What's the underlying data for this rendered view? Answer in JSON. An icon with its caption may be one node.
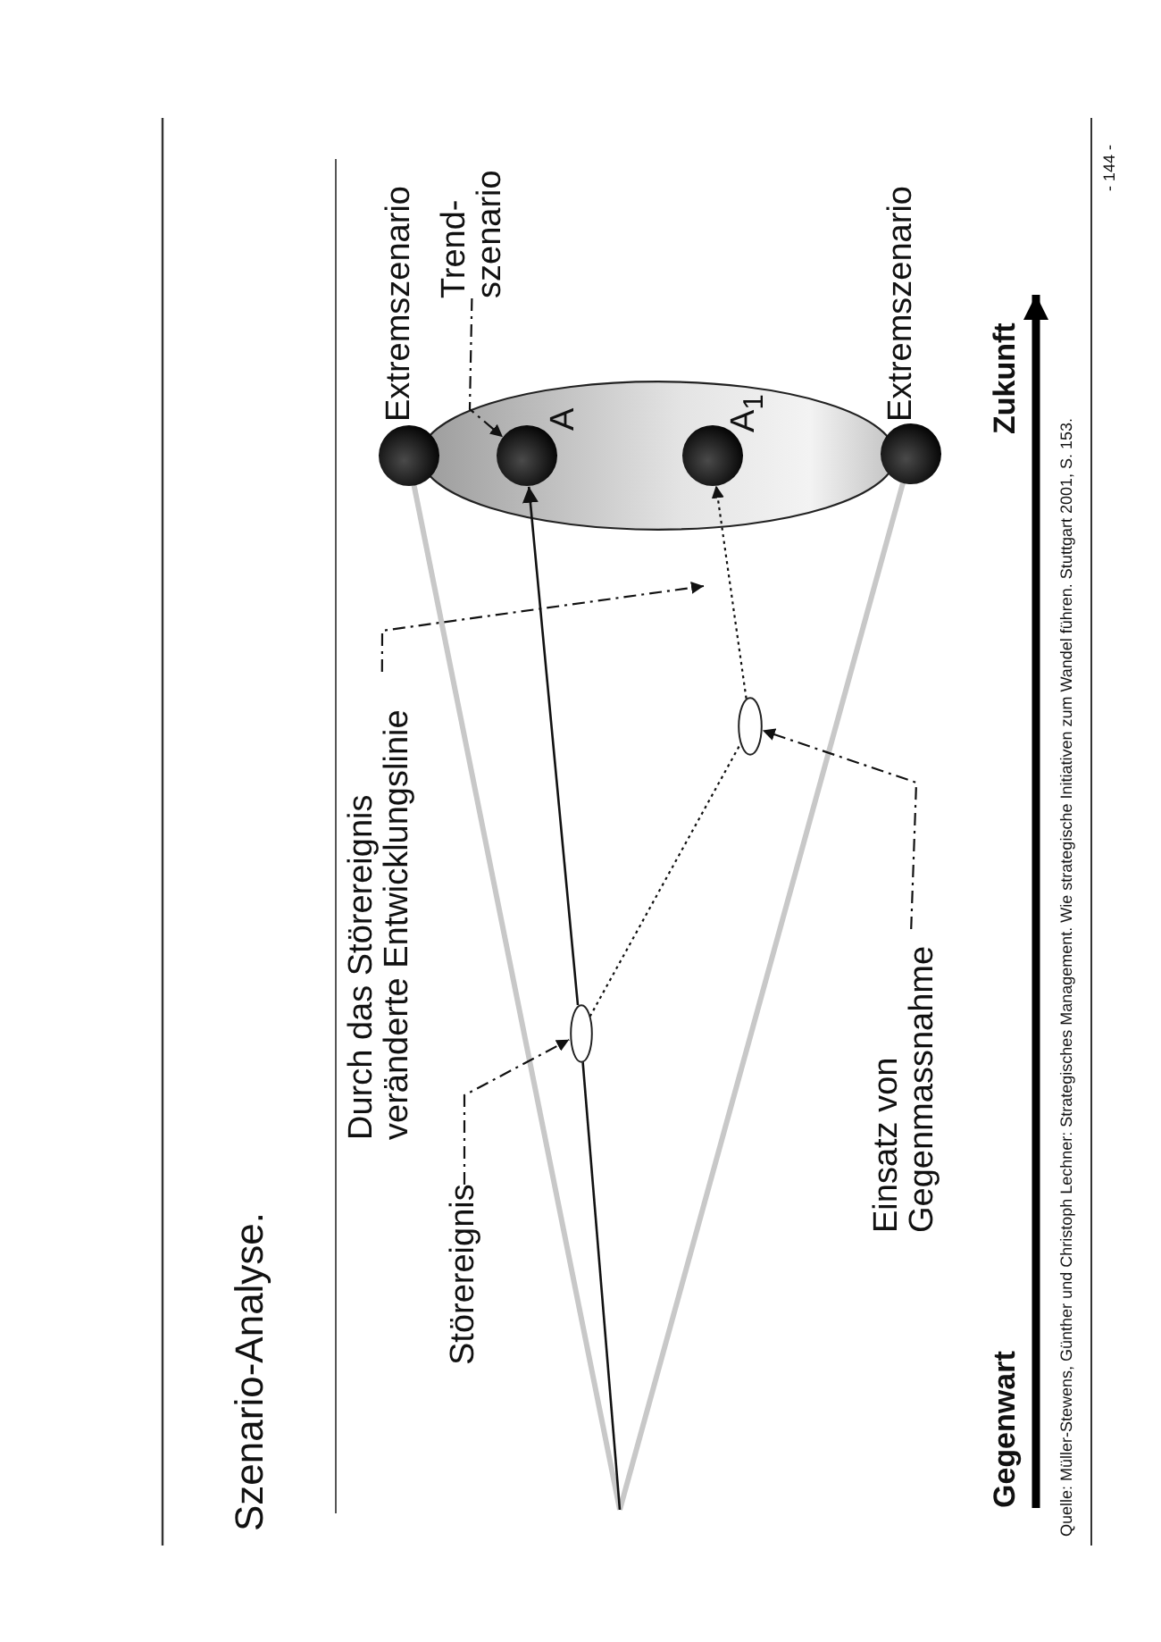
{
  "diagram": {
    "title": "Szenario-Analyse.",
    "nodes": [
      {
        "text": [
          "Durch das Störereignis veränderte Entwicklungslinie"
        ]
      },
      {
        "text": [
          "Störereignis"
        ]
      },
      {
        "text": [],
        "shape": "ellipse"
      },
      {
        "text": [
          "Einsatz von Gegenmassnahme"
        ]
      },
      {
        "text": [],
        "shape": "ellipse"
      },
      {
        "text": [],
        "shape": "ellipse"
      },
      {
        "text": [],
        "shape": "circle",
        "beside": [
          "Extremszenario"
        ]
      },
      {
        "text": [
          "Trend- szenario"
        ]
      },
      {
        "text": [],
        "shape": "circle",
        "in": 5,
        "beside": [
          "A"
        ]
      },
      {
        "text": [],
        "shape": "circle",
        "in": 5,
        "beside": [
          "A$_{1}$"
        ]
      },
      {
        "text": [],
        "shape": "circle",
        "beside": [
          "Extremszenario"
        ]
      }
    ],
    "edges": [
      {
        "from": null,
        "to": 6,
        "arrow": "none",
        "style": "thick",
        "color": "#c8c8c8"
      },
      {
        "from": null,
        "to": 10,
        "arrow": "none",
        "style": "thick",
        "color": "#c8c8c8"
      },
      {
        "from": null,
        "to": 2,
        "arrow": "none"
      },
      {
        "from": 2,
        "to": 8,
        "arrow": "to"
      },
      {
        "from": 2,
        "to": 4,
        "arrow": "none",
        "style": "dashed"
      },
      {
        "from": 4,
        "to": 9,
        "arrow": "to",
        "style": "dashed"
      },
      {
        "from": 1,
        "to": 2,
        "arrow": "to",
        "style": "dashed"
      },
      {
        "from": 0,
        "to": null,
        "arrow": "to",
        "style": "dashed"
      },
      {
        "from": 3,
        "to": 4,
        "arrow": "to",
        "style": "dashed"
      },
      {
        "from": 7,
        "to": 8,
        "arrow": "to",
        "style": "dashed"
      }
    ],
    "labels": [
      "Gegenwart",
      "Zukunft",
      "Quelle: Müller-Stewens, Günther und Christoph Lechner: Strategisches Management. Wie strategische Initiativen zum Wandel führen. Stuttgart 2001, S. 153.",
      "- 144 -"
    ]
  }
}
